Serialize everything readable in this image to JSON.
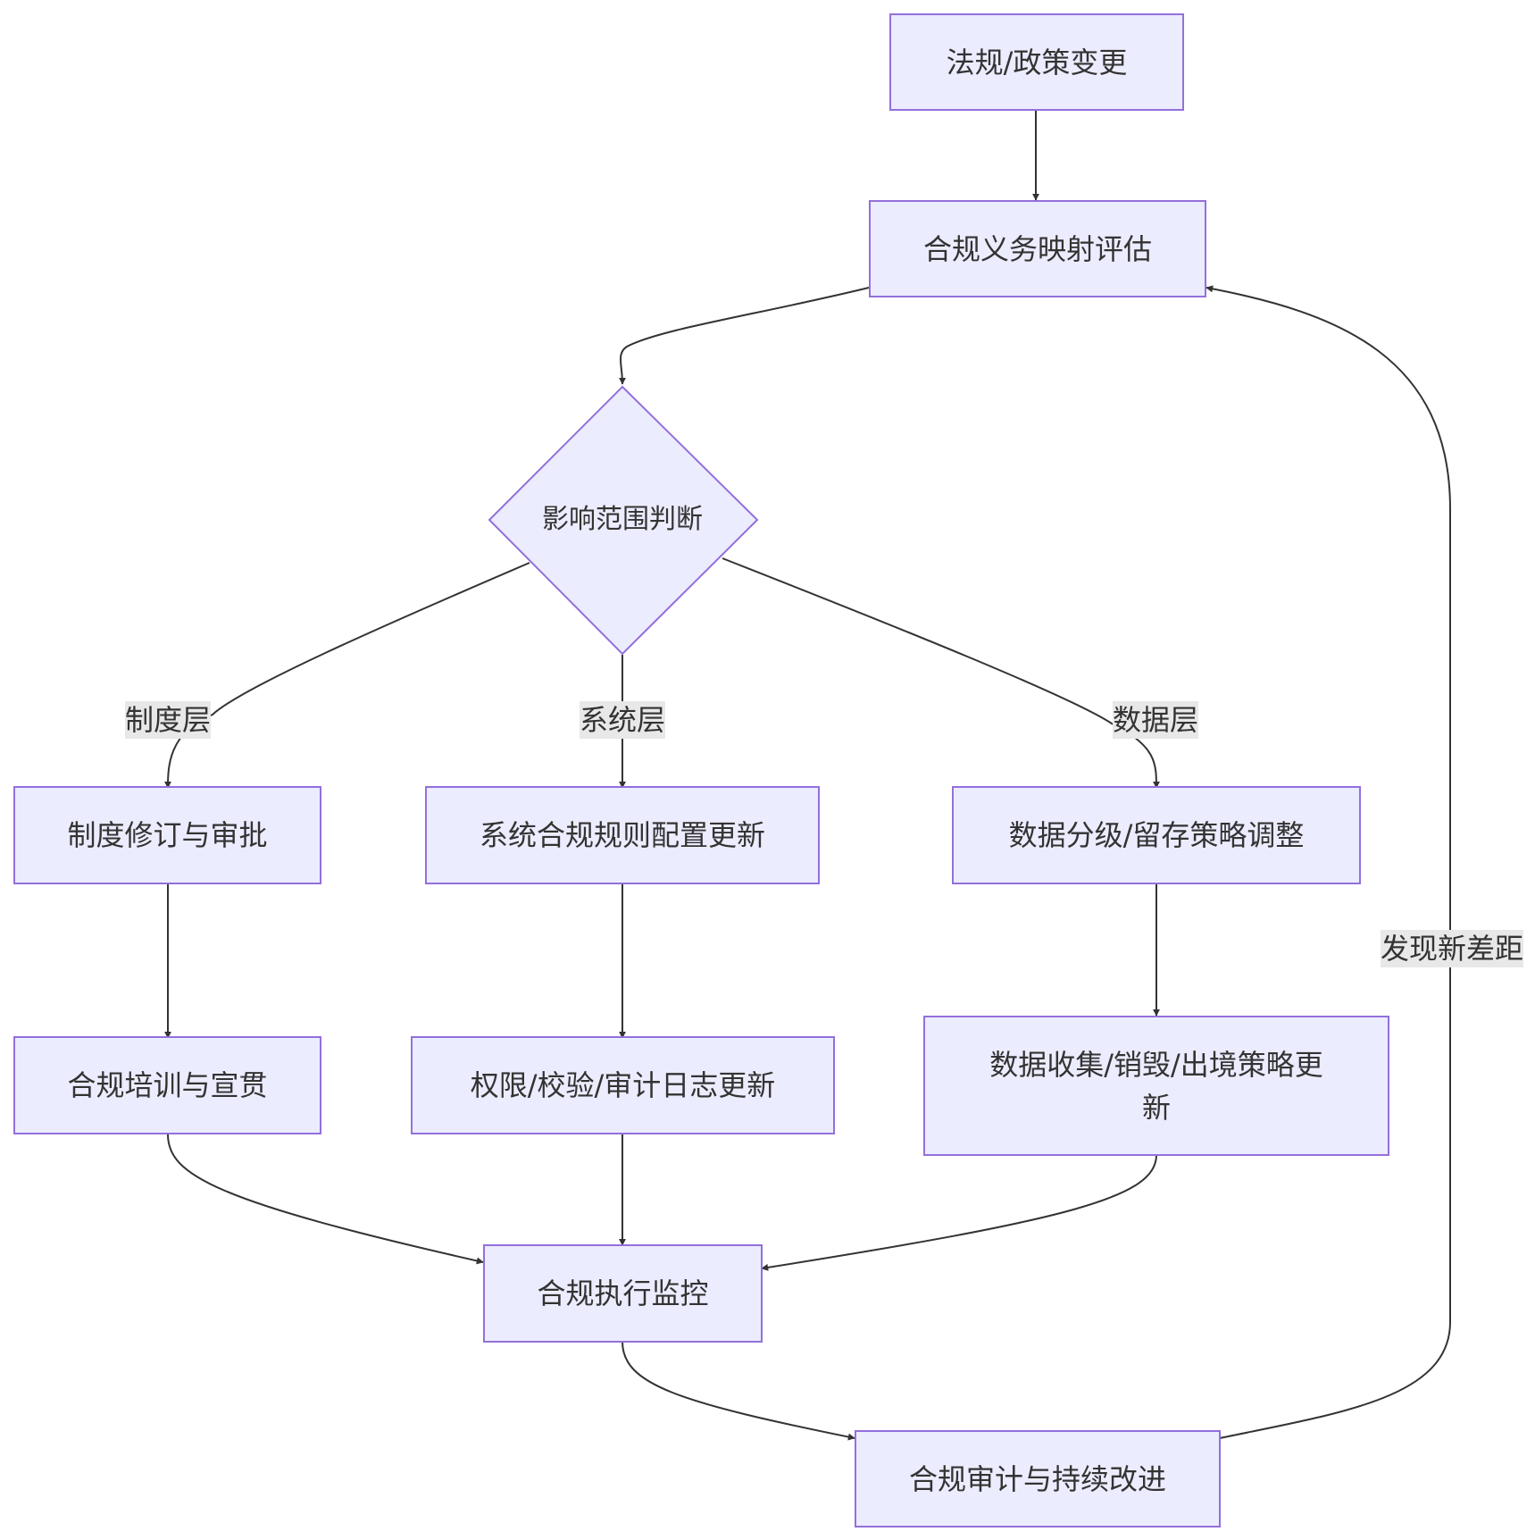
{
  "colors": {
    "node_fill": "#ececff",
    "node_border": "#9370db",
    "edge": "#333333",
    "text": "#333333",
    "label_bg": "#e8e8e8"
  },
  "nodes": {
    "regulation_change": "法规/政策变更",
    "obligation_mapping": "合规义务映射评估",
    "impact_scope": "影响范围判断",
    "policy_revision": "制度修订与审批",
    "system_rules": "系统合规规则配置更新",
    "data_classification": "数据分级/留存策略调整",
    "training": "合规培训与宣贯",
    "permission_logs": "权限/校验/审计日志更新",
    "data_collection": "数据收集/销毁/出境策略更新",
    "monitoring": "合规执行监控",
    "audit_improve": "合规审计与持续改进"
  },
  "edge_labels": {
    "policy_layer": "制度层",
    "system_layer": "系统层",
    "data_layer": "数据层",
    "new_gap": "发现新差距"
  }
}
